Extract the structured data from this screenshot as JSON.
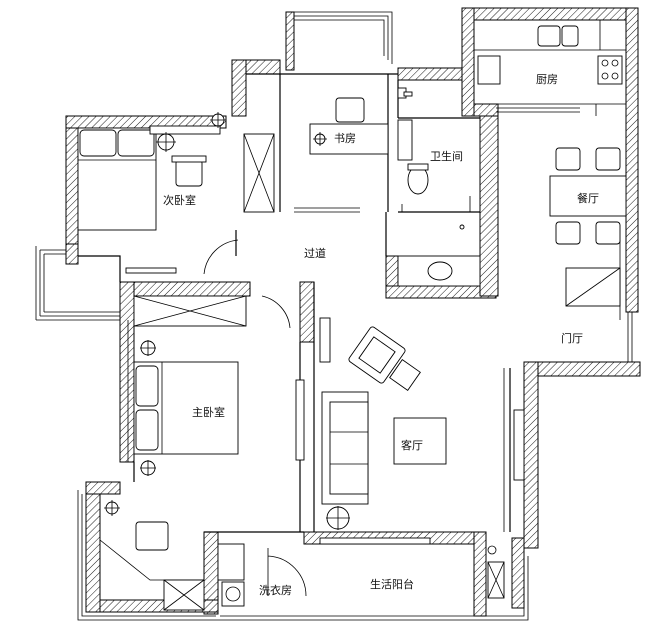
{
  "rooms": {
    "kitchen": "厨房",
    "study": "书房",
    "second_bedroom": "次卧室",
    "bathroom": "卫生间",
    "dining": "餐厅",
    "corridor": "过道",
    "foyer": "门厅",
    "master_bedroom": "主卧室",
    "living_room": "客厅",
    "laundry": "洗衣房",
    "utility_balcony": "生活阳台"
  }
}
